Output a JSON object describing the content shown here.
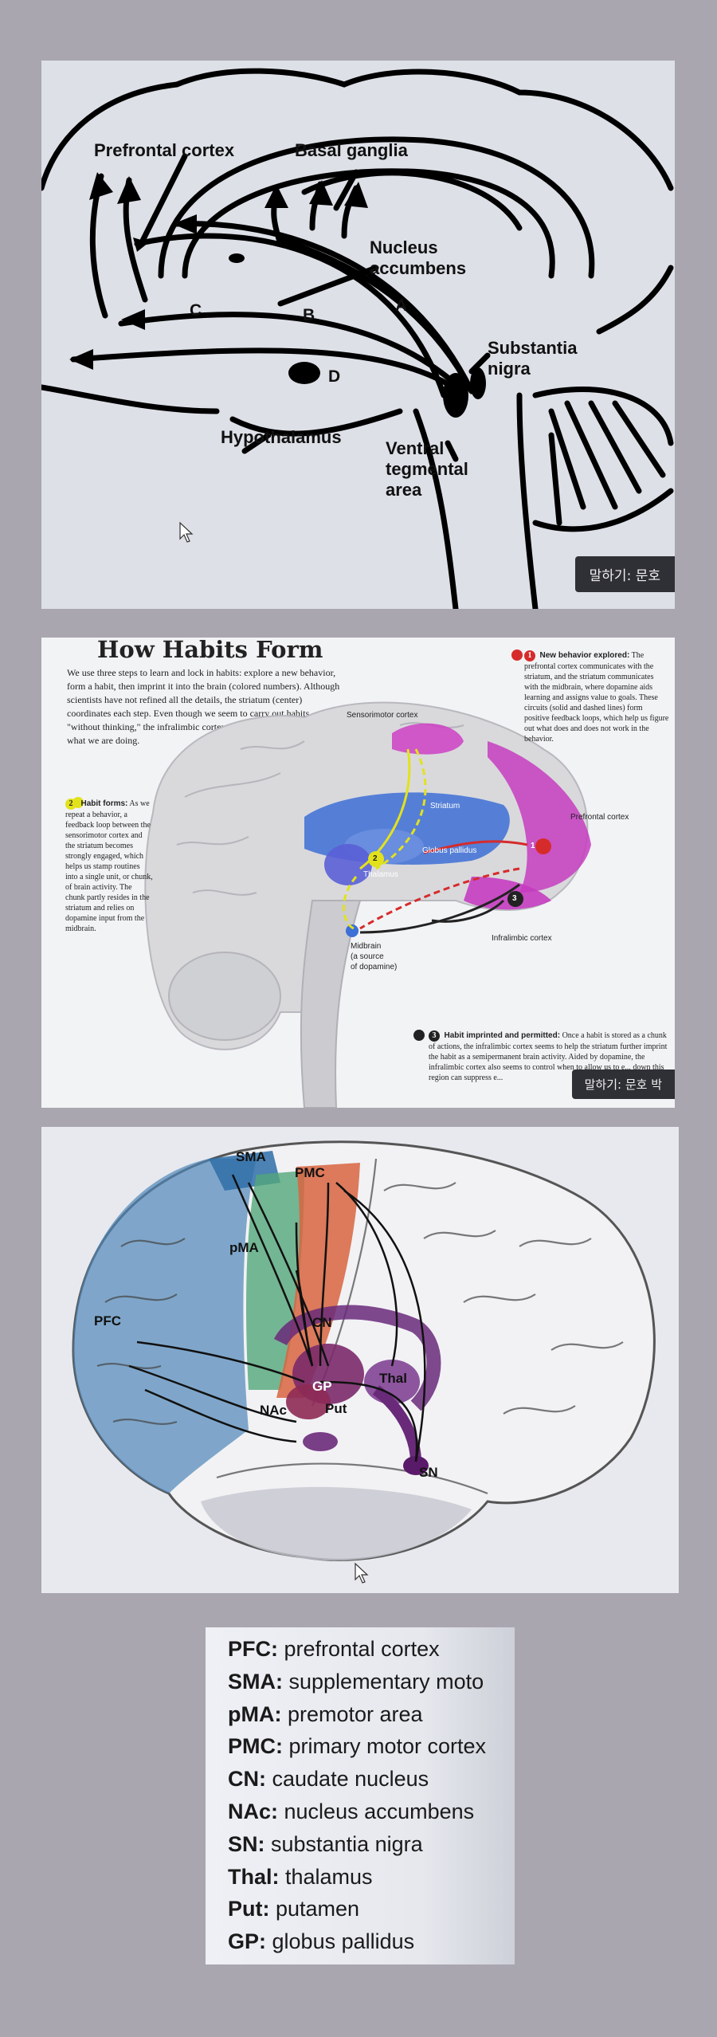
{
  "panel1": {
    "labels": {
      "prefrontal": "Prefrontal  cortex",
      "basal": "Basal ganglia",
      "nucleus1": "Nucleus",
      "nucleus2": "accumbens",
      "c": "C",
      "b": "B",
      "a": "A",
      "d": "D",
      "substantia1": "Substantia",
      "substantia2": "nigra",
      "hypothalamus": "Hypothalamus",
      "ventral1": "Ventral",
      "ventral2": "tegmental",
      "ventral3": "area"
    },
    "caption": "말하기: 문호"
  },
  "panel2": {
    "title": "How Habits Form",
    "intro": "We use three steps to learn and lock in habits: explore a new behavior, form a habit, then imprint it into the brain (colored numbers). Although scientists have not refined all the details, the striatum (center) coordinates each step. Even though we seem to carry out habits \"without thinking,\" the infralimbic cortex (bottom right) still monitors what we are doing.",
    "step1_num": "1",
    "step1_head": "New behavior explored:",
    "step1_text": "The prefrontal cortex communicates with the striatum, and the striatum communicates with the midbrain, where dopamine aids learning and assigns value to goals. These circuits (solid and dashed lines) form positive feedback loops, which help us figure out what does and does not work in the behavior.",
    "step2_num": "2",
    "step2_head": "Habit forms:",
    "step2_text": "As we repeat a behavior, a feedback loop between the sensorimotor cortex and the striatum becomes strongly engaged, which helps us stamp routines into a single unit, or chunk, of brain activity. The chunk partly resides in the striatum and relies on dopamine input from the midbrain.",
    "step3_num": "3",
    "step3_head": "Habit imprinted and permitted:",
    "step3_text": "Once a habit is stored as a chunk of actions, the infralimbic cortex seems to help the striatum further imprint the habit as a semipermanent brain activity. Aided by dopamine, the infralimbic cortex also seems to control when to allow us to e... down this region can suppress e...",
    "labels": {
      "sensorimotor": "Sensorimotor cortex",
      "prefrontal": "Prefrontal cortex",
      "striatum": "Striatum",
      "globus": "Globus pallidus",
      "thalamus": "Thalamus",
      "infralimbic": "Infralimbic cortex",
      "midbrain1": "Midbrain",
      "midbrain2": "(a source",
      "midbrain3": "of dopamine)",
      "marker2": "2",
      "marker1": "1",
      "marker3": "3"
    },
    "caption": "말하기: 문호 박"
  },
  "panel3": {
    "labels": {
      "sma": "SMA",
      "pmc": "PMC",
      "pma": "pMA",
      "pfc": "PFC",
      "cn": "CN",
      "thal": "Thal",
      "gp": "GP",
      "put": "Put",
      "nac": "NAc",
      "sn": "SN"
    },
    "colors": {
      "prefrontal": "#4f86b8",
      "sma": "#2f6fa8",
      "pma": "#52a67a",
      "pmc": "#d8653f",
      "subcortical": "#6a2a7a"
    }
  },
  "legend": [
    {
      "abbr": "PFC:",
      "text": " prefrontal cortex"
    },
    {
      "abbr": "SMA:",
      "text": " supplementary moto"
    },
    {
      "abbr": "pMA:",
      "text": " premotor area"
    },
    {
      "abbr": "PMC:",
      "text": " primary motor cortex"
    },
    {
      "abbr": "CN:",
      "text": " caudate nucleus"
    },
    {
      "abbr": "NAc:",
      "text": " nucleus accumbens"
    },
    {
      "abbr": "SN:",
      "text": " substantia nigra"
    },
    {
      "abbr": "Thal:",
      "text": " thalamus"
    },
    {
      "abbr": "Put:",
      "text": " putamen"
    },
    {
      "abbr": "GP:",
      "text": " globus pallidus"
    }
  ]
}
